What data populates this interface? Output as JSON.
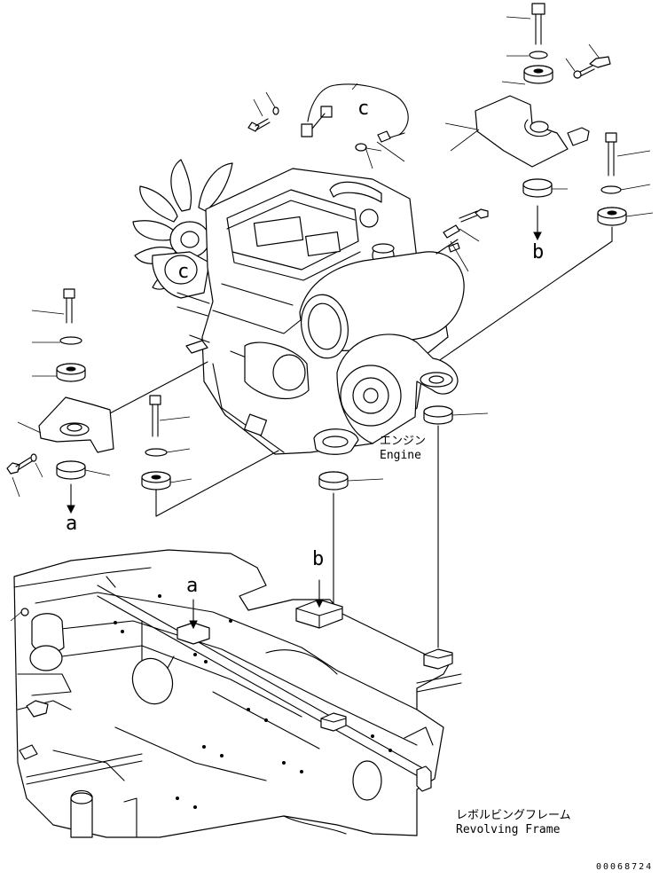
{
  "diagram": {
    "callouts": {
      "c_top": "c",
      "c_engine": "c",
      "b_right": "b",
      "b_frame": "b",
      "a_left": "a",
      "a_frame": "a"
    },
    "engine_label": {
      "jp": "エンジン",
      "en": "Engine"
    },
    "frame_label": {
      "jp": "レボルビングフレーム",
      "en": "Revolving Frame"
    },
    "part_number": "00068724"
  }
}
